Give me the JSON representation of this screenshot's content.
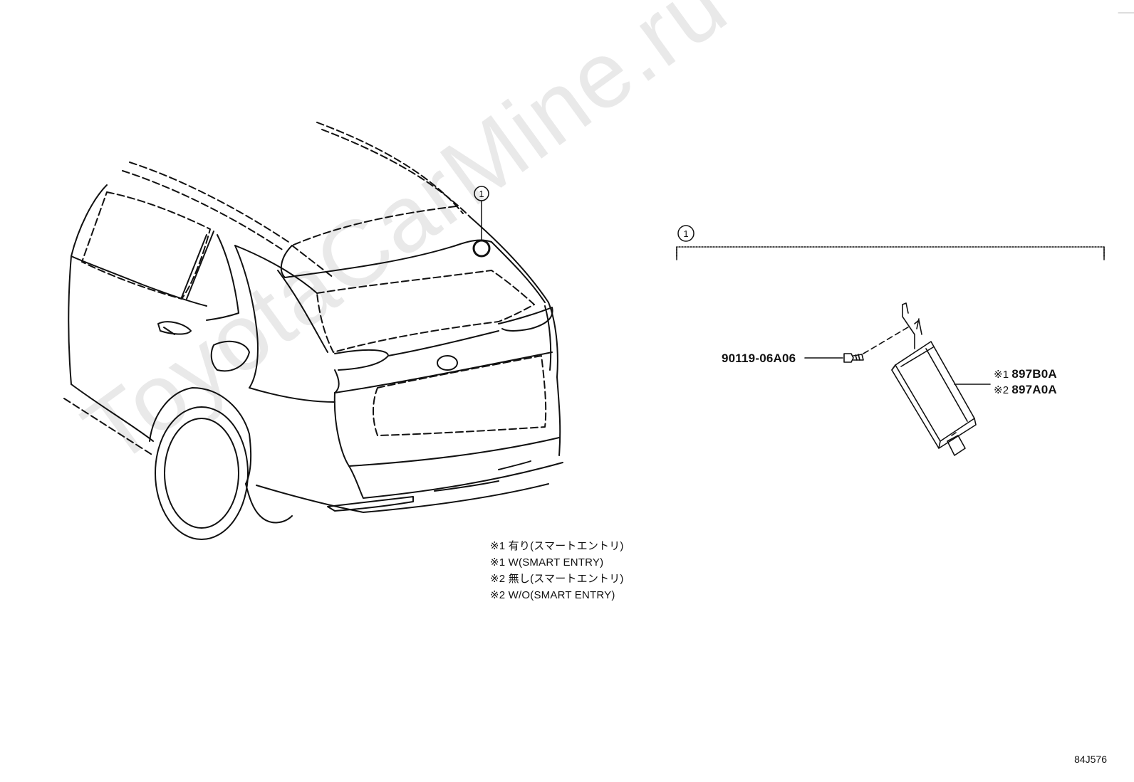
{
  "watermark": "ToyotaCarMine.ru",
  "callout_number": "1",
  "parts": {
    "bolt": "90119-06A06",
    "module_1_marker": "※1",
    "module_1": "897B0A",
    "module_2_marker": "※2",
    "module_2": "897A0A"
  },
  "notes": [
    "※1 有り(スマートエントリ)",
    "※1 W(SMART ENTRY)",
    "※2 無し(スマートエントリ)",
    "※2 W/O(SMART ENTRY)"
  ],
  "diagram_ref": "84J576"
}
